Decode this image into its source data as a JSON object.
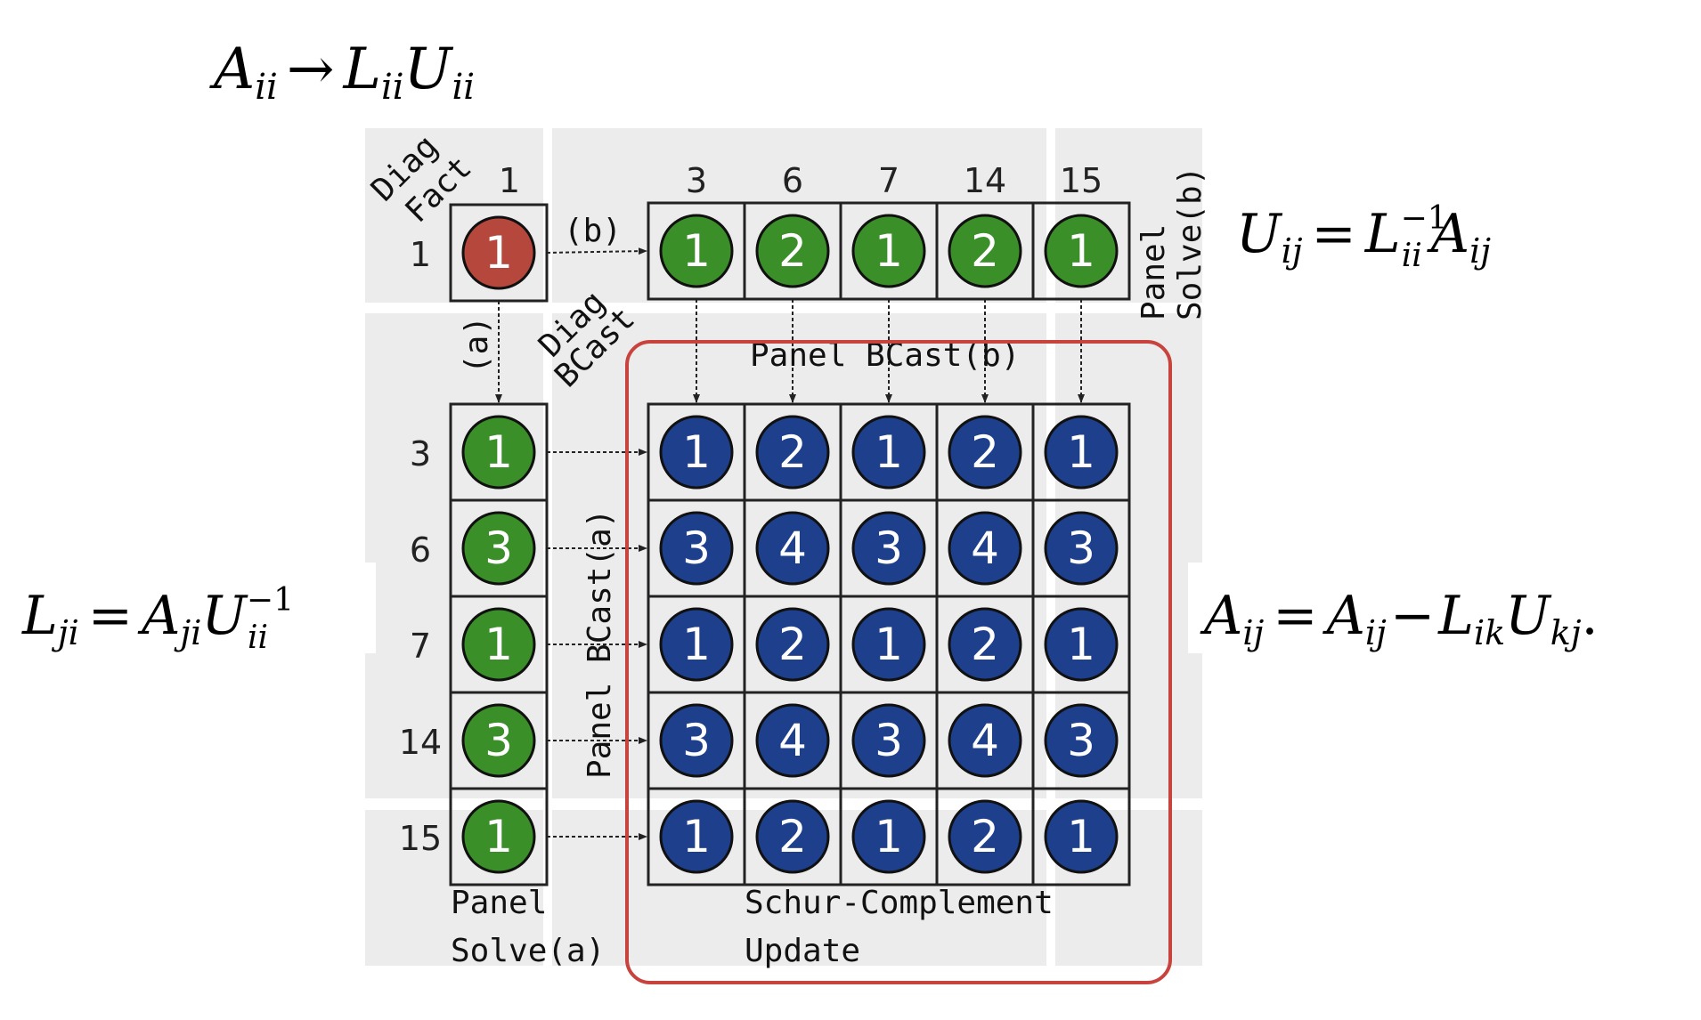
{
  "equations": {
    "diag_factor": {
      "base": "A",
      "base_sub": "ii",
      "arrow": "→",
      "l": "L",
      "l_sub": "ii",
      "u": "U",
      "u_sub": "ii"
    },
    "u_solve": {
      "lhs": "U",
      "lhs_sub": "ij",
      "eq": "=",
      "l": "L",
      "l_sup": "−1",
      "l_sub": "ii",
      "a": "A",
      "a_sub": "ij"
    },
    "l_solve": {
      "lhs": "L",
      "lhs_sub": "ji",
      "eq": "=",
      "a": "A",
      "a_sub": "ji",
      "u": "U",
      "u_sup": "−1",
      "u_sub": "ii"
    },
    "schur": {
      "lhs": "A",
      "lhs_sub": "ij",
      "eq": "=",
      "a": "A",
      "a_sub": "ij",
      "minus": "−",
      "l": "L",
      "l_sub": "ik",
      "u": "U",
      "u_sub": "kj",
      "end": "."
    }
  },
  "labels": {
    "diag_fact_1": "Diag",
    "diag_fact_2": "Fact",
    "diag_bcast_1": "Diag",
    "diag_bcast_2": "BCast",
    "arrow_a": "(a)",
    "arrow_b": "(b)",
    "panel_solve_b_1": "Panel",
    "panel_solve_b_2": "Solve(b)",
    "panel_bcast_b": "Panel BCast(b)",
    "panel_bcast_a": "Panel BCast(a)",
    "panel_solve_a_1": "Panel",
    "panel_solve_a_2": "Solve(a)",
    "schur_1": "Schur-Complement",
    "schur_2": "Update"
  },
  "col_indices": [
    "1",
    "3",
    "6",
    "7",
    "14",
    "15"
  ],
  "row_indices": [
    "1",
    "3",
    "6",
    "7",
    "14",
    "15"
  ],
  "diag_block": "1",
  "u_panel": [
    "1",
    "2",
    "1",
    "2",
    "1"
  ],
  "l_panel": [
    "1",
    "3",
    "1",
    "3",
    "1"
  ],
  "schur_blocks": [
    [
      "1",
      "2",
      "1",
      "2",
      "1"
    ],
    [
      "3",
      "4",
      "3",
      "4",
      "3"
    ],
    [
      "1",
      "2",
      "1",
      "2",
      "1"
    ],
    [
      "3",
      "4",
      "3",
      "4",
      "3"
    ],
    [
      "1",
      "2",
      "1",
      "2",
      "1"
    ]
  ],
  "colors": {
    "diag": "#b5473c",
    "panel": "#3a8f28",
    "schur": "#1d3f8c",
    "highlight": "#c9433e",
    "background_panel": "#ececec"
  }
}
